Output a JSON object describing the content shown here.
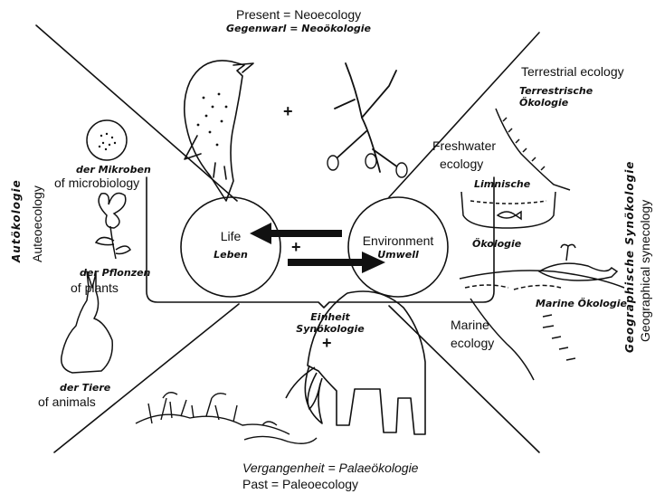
{
  "top": {
    "english": "Present = Neoecology",
    "german": "Gegenwarl = Neoökologie"
  },
  "bottom": {
    "german": "Vergangenheit = Palaeökologie",
    "english": "Past = Paleoecology"
  },
  "center": {
    "life_en": "Life",
    "life_de": "Leben",
    "env_en": "Environment",
    "env_de": "Umwell",
    "plus": "+",
    "unity_de_1": "Einheit",
    "unity_de_2": "Synökologie"
  },
  "left": {
    "vertical_de": "Autökologie",
    "vertical_en": "Auteoecology",
    "microbes_de": "der Mikroben",
    "microbes_en": "of microbiology",
    "plants_de": "der Pflonzen",
    "plants_en": "of plants",
    "animals_de": "der Tiere",
    "animals_en": "of animals"
  },
  "right": {
    "terrestrial_en": "Terrestrial ecology",
    "terrestrial_de_1": "Terrestrische",
    "terrestrial_de_2": "Ökologie",
    "freshwater_en_1": "Freshwater",
    "freshwater_en_2": "ecology",
    "limnic_de_1": "Limnische",
    "limnic_de_2": "Ökologie",
    "marine_de": "Marine Ökologie",
    "marine_en_1": "Marine",
    "marine_en_2": "ecology",
    "vertical_de": "Geographische Synökologie",
    "vertical_en": "Geographical synecology"
  },
  "plus_top": "+",
  "plus_bottom": "+"
}
